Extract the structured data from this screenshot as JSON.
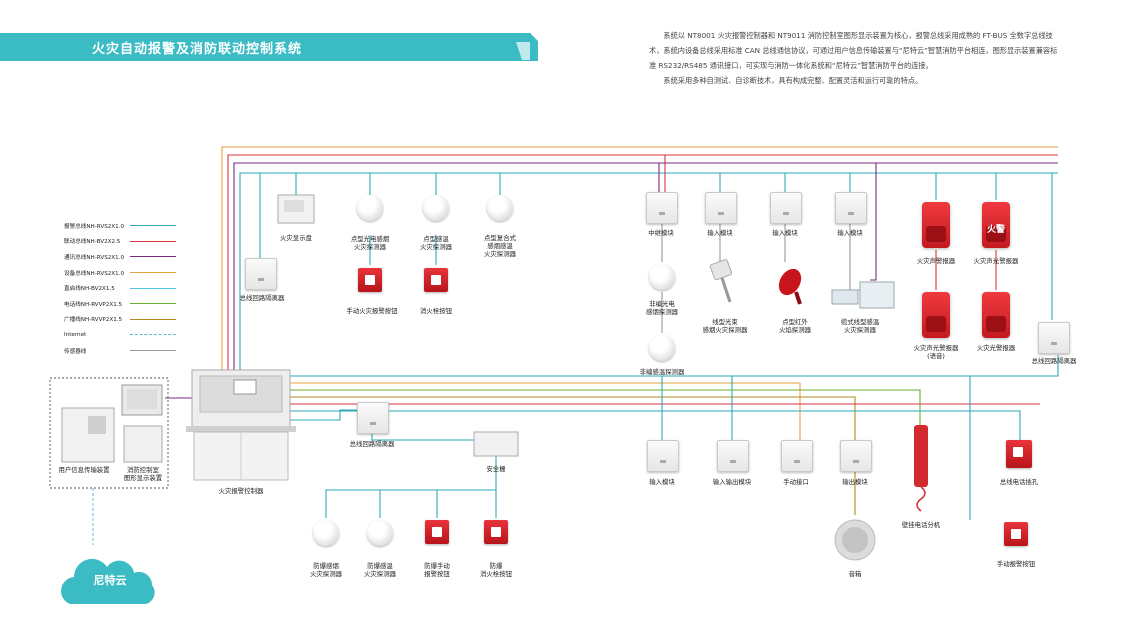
{
  "header": {
    "title": "火灾自动报警及消防联动控制系统",
    "intro_p1": "系统以 NT8001 火灾报警控制器和 NT9011 消防控制室图形显示装置为核心，报警总线采用成熟的 FT-BUS 全数字总线技术，系统内设备总线采用标准 CAN 总线通信协议，可通过用户信息传输装置与“尼特云”智慧消防平台相连，图形显示装置兼容标准 RS232/RS485 通讯接口，可实现与消防一体化系统和“尼特云”智慧消防平台的连接。",
    "intro_p2": "系统采用多种自测试、自诊断技术，具有构成完整、配置灵活和运行可靠的特点。"
  },
  "legend": [
    {
      "label": "报警总线NH-RVS2X1.0",
      "color": "#2ea8b8",
      "dashed": false
    },
    {
      "label": "联动总线NH-BV2X2.5",
      "color": "#d9363e",
      "dashed": false
    },
    {
      "label": "通讯总线NH-RVS2X1.0",
      "color": "#7b2a7f",
      "dashed": false
    },
    {
      "label": "设备总线NH-RVS2X1.0",
      "color": "#e6a23c",
      "dashed": false
    },
    {
      "label": "直启线NH-BV2X1.5",
      "color": "#4fc3d9",
      "dashed": false
    },
    {
      "label": "电话线NH-RVVP2X1.5",
      "color": "#6aaf2c",
      "dashed": false
    },
    {
      "label": "广播线NH-RVVP2X1.5",
      "color": "#b08a1c",
      "dashed": false
    },
    {
      "label": "Internet",
      "color": "#5bbfd0",
      "dashed": true
    },
    {
      "label": "传感器线",
      "color": "#999999",
      "dashed": false
    }
  ],
  "cloud": {
    "label": "尼特云",
    "color": "#3bbcc4"
  },
  "devices": {
    "fire_display": "火灾显示盘",
    "smoke_detector": "点型光电感烟\n火灾探测器",
    "heat_detector": "点型感温\n火灾探测器",
    "combo_detector": "点型复合式\n感烟感温\n火灾探测器",
    "manual_alarm": "手动火灾报警按钮",
    "hydrant_button": "消火栓按钮",
    "isolator_top": "总线回路隔离器",
    "relay_module": "中继模块",
    "input_module_1": "输入模块",
    "input_module_2": "输入模块",
    "input_module_3": "输入模块",
    "nonencoded_smoke": "非编光电\n感烟探测器",
    "nonencoded_heat": "非编感温探测器",
    "beam_detector": "线型光束\n感烟火灾探测器",
    "ir_flame": "点型红外\n火焰探测器",
    "linear_heat": "缆式线型感温\n火灾探测器",
    "sounder": "火灾声警报器",
    "sounder_strobe": "火灾声光警报器",
    "sounder_voice": "火灾声光警报器\n(语音)",
    "strobe": "火灾光警报器",
    "isolator_right": "总线回路隔离器",
    "user_transmit": "用户信息传输装置",
    "graphic_display": "消防控制室\n图形显示装置",
    "controller": "火灾报警控制器",
    "isolator_mid": "总线回路隔离器",
    "safety_barrier": "安全栅",
    "ex_smoke": "防爆感烟\n火灾探测器",
    "ex_heat": "防爆感温\n火灾探测器",
    "ex_manual": "防爆手动\n报警按钮",
    "ex_hydrant": "防爆\n消火栓按钮",
    "input_module_b": "输入模块",
    "io_module": "输入输出模块",
    "manual_interface": "手动接口",
    "output_module": "输出模块",
    "speaker": "音箱",
    "wall_phone": "壁挂电话分机",
    "phone_jack": "总线电话插孔",
    "manual_alarm_b": "手动报警按钮",
    "sounder_tag": "火警"
  }
}
